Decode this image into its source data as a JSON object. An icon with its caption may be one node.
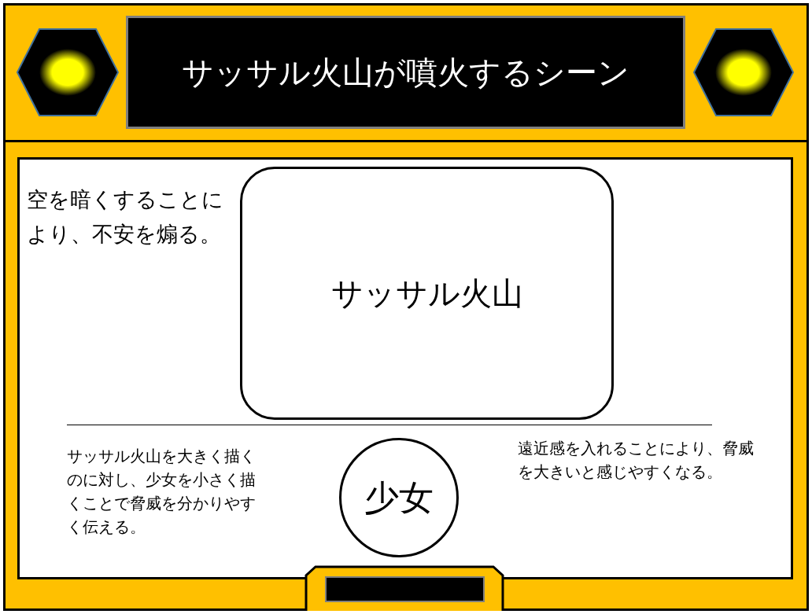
{
  "diagram": {
    "nodes": [
      {
        "text": [
          "サッサル火山が噴火するシーン"
        ]
      },
      {
        "text": [
          "サッサル火山"
        ]
      },
      {
        "text": [
          "少女"
        ]
      }
    ],
    "labels": [
      "空を暗くすることにより、不安を煽る。",
      "サッサル火山を大きく描くのに対し、少女を小さく描くことで脅威を分かりやすく伝える。",
      "遠近感を入れることにより、脅威を大きいと感じやすくなる。"
    ]
  }
}
